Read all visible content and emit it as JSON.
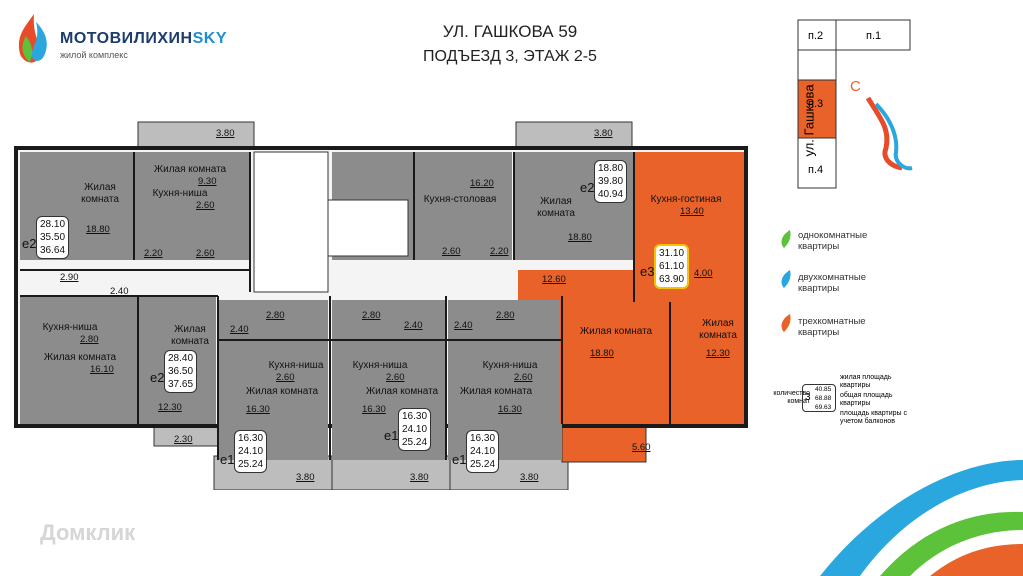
{
  "brand": {
    "name_main": "МОТОВИЛИХИН",
    "name_accent": "SKY",
    "subtitle": "жилой комплекс"
  },
  "header": {
    "title": "УЛ. ГАШКОВА 59",
    "subtitle": "ПОДЪЕЗД 3, ЭТАЖ 2-5"
  },
  "keyplan": {
    "street": "ул. Гашкова",
    "entrances": [
      "п.1",
      "п.2",
      "п.3",
      "п.4"
    ],
    "active": "п.3",
    "north_letter": "С"
  },
  "legend": {
    "one_room": "однокомнатные квартиры",
    "two_room": "двухкомнатные квартиры",
    "three_room": "трехкомнатные квартиры",
    "example_rooms_label": "количество комнат",
    "example_rooms": "3",
    "example_values": [
      "40.85",
      "68.88",
      "69.63"
    ],
    "living_area_label": "жилая площадь квартиры",
    "total_area_label": "общая площадь квартиры",
    "balcony_area_label": "площадь квартиры с учетом балконов"
  },
  "colors": {
    "highlight": "#e8622a",
    "gray": "#8c8c8c",
    "light_gray": "#bdbdbd",
    "dark_line": "#1a1a1a"
  },
  "balconies": [
    "3.80",
    "3.80",
    "3.80",
    "3.80",
    "3.80",
    "2.30",
    "5.60"
  ],
  "apartments": [
    {
      "type": "e2",
      "values": [
        "28.10",
        "35.50",
        "36.64"
      ],
      "rooms": [
        {
          "name": "Жилая комната",
          "area": "18.80"
        },
        {
          "name": "Жилая комната",
          "area": "9.30"
        },
        {
          "name": "Кухня-ниша",
          "area": "2.60"
        }
      ],
      "extra": [
        "2.20",
        "2.60",
        "2.90",
        "2.40"
      ]
    },
    {
      "type": "e2",
      "values": [
        "18.80",
        "39.80",
        "40.94"
      ],
      "rooms": [
        {
          "name": "Кухня-столовая",
          "area": "16.20"
        },
        {
          "name": "Жилая комната",
          "area": "18.80"
        }
      ],
      "extra": [
        "2.60",
        "2.20"
      ]
    },
    {
      "type": "e3",
      "values": [
        "31.10",
        "61.10",
        "63.90"
      ],
      "rooms": [
        {
          "name": "Кухня-гостиная",
          "area": "13.40"
        },
        {
          "name": "Жилая комната",
          "area": "18.80"
        },
        {
          "name": "Жилая комната",
          "area": "12.30"
        }
      ],
      "extra": [
        "12.60",
        "4.00"
      ]
    },
    {
      "type": "e2",
      "values": [
        "28.40",
        "36.50",
        "37.65"
      ],
      "rooms": [
        {
          "name": "Кухня-ниша",
          "area": "2.80"
        },
        {
          "name": "Жилая комната",
          "area": "16.10"
        },
        {
          "name": "Жилая комната",
          "area": "12.30"
        }
      ],
      "extra": [
        "2.40"
      ]
    },
    {
      "type": "e1",
      "values": [
        "16.30",
        "24.10",
        "25.24"
      ],
      "rooms": [
        {
          "name": "Кухня-ниша",
          "area": "2.60"
        },
        {
          "name": "Жилая комната",
          "area": "16.30"
        }
      ],
      "extra": [
        "2.80",
        "2.40"
      ]
    },
    {
      "type": "e1",
      "values": [
        "16.30",
        "24.10",
        "25.24"
      ],
      "rooms": [
        {
          "name": "Кухня-ниша",
          "area": "2.60"
        },
        {
          "name": "Жилая комната",
          "area": "16.30"
        }
      ],
      "extra": [
        "2.80",
        "2.40"
      ]
    },
    {
      "type": "e1",
      "values": [
        "16.30",
        "24.10",
        "25.24"
      ],
      "rooms": [
        {
          "name": "Кухня-ниша",
          "area": "2.60"
        },
        {
          "name": "Жилая комната",
          "area": "16.30"
        }
      ],
      "extra": [
        "2.80",
        "2.40"
      ]
    }
  ],
  "watermark": "Домклик"
}
